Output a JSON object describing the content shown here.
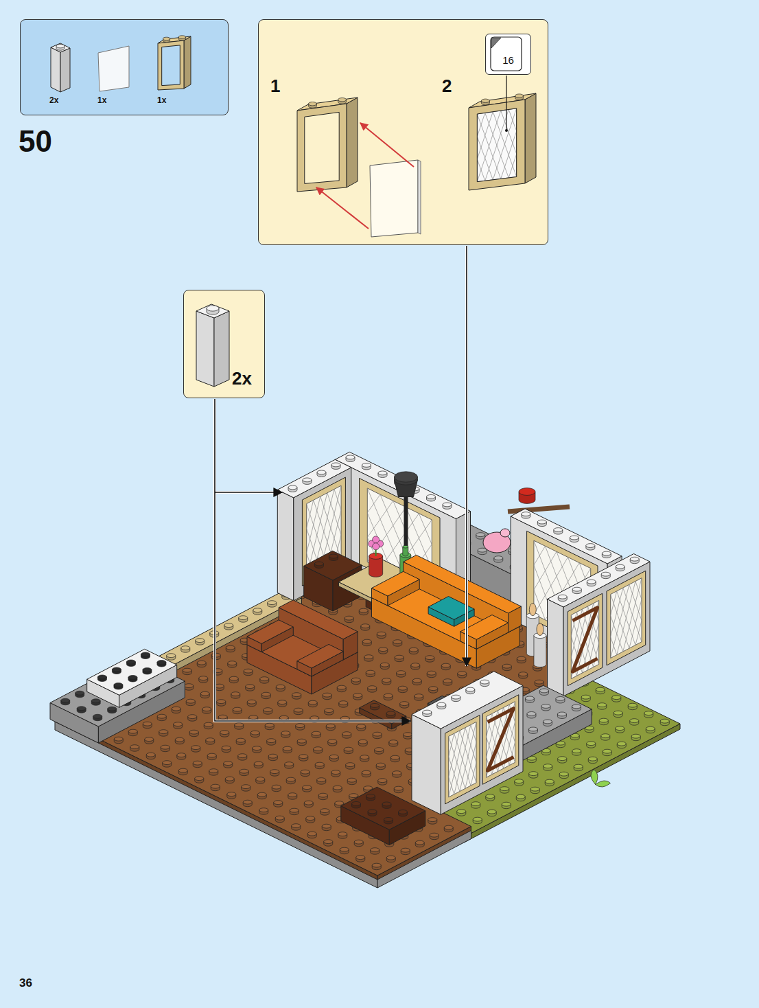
{
  "diagram": {
    "nodes": [
      {
        "text": [
          "2x",
          "1x",
          "1x"
        ]
      },
      {
        "text": [
          "1",
          "2"
        ]
      },
      {
        "text": [
          "16"
        ],
        "in": 1
      },
      {
        "text": [
          "2x"
        ]
      }
    ],
    "labels": [
      "50",
      "36"
    ]
  }
}
